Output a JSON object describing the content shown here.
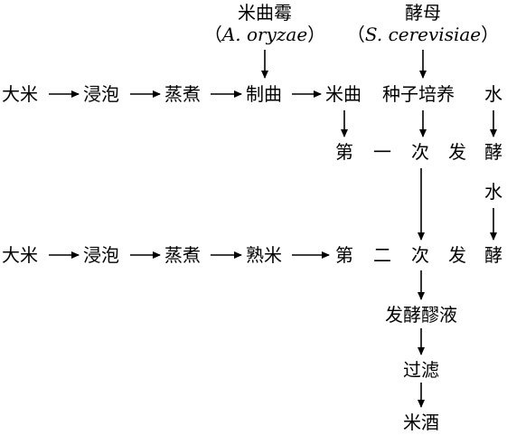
{
  "inputs": {
    "koji_mold": {
      "name": "米曲霉",
      "latin_open": "（",
      "latin": "A. oryzae",
      "latin_close": "）"
    },
    "yeast": {
      "name": "酵母",
      "latin_open": "（",
      "latin": "S. cerevisiae",
      "latin_close": "）"
    }
  },
  "row1": {
    "rice": "大米",
    "soak": "浸泡",
    "steam": "蒸煮",
    "koji_making": "制曲",
    "rice_koji": "米曲",
    "seed_culture": "种子培养",
    "water": "水"
  },
  "row2": {
    "rice": "大米",
    "soak": "浸泡",
    "steam": "蒸煮",
    "cooked_rice": "熟米"
  },
  "first_fermentation": [
    "第",
    "一",
    "次",
    "发",
    "酵"
  ],
  "water2": "水",
  "second_fermentation": [
    "第",
    "二",
    "次",
    "发",
    "酵"
  ],
  "downstream": {
    "mash": "发酵醪液",
    "filter": "过滤",
    "product": "米酒"
  }
}
